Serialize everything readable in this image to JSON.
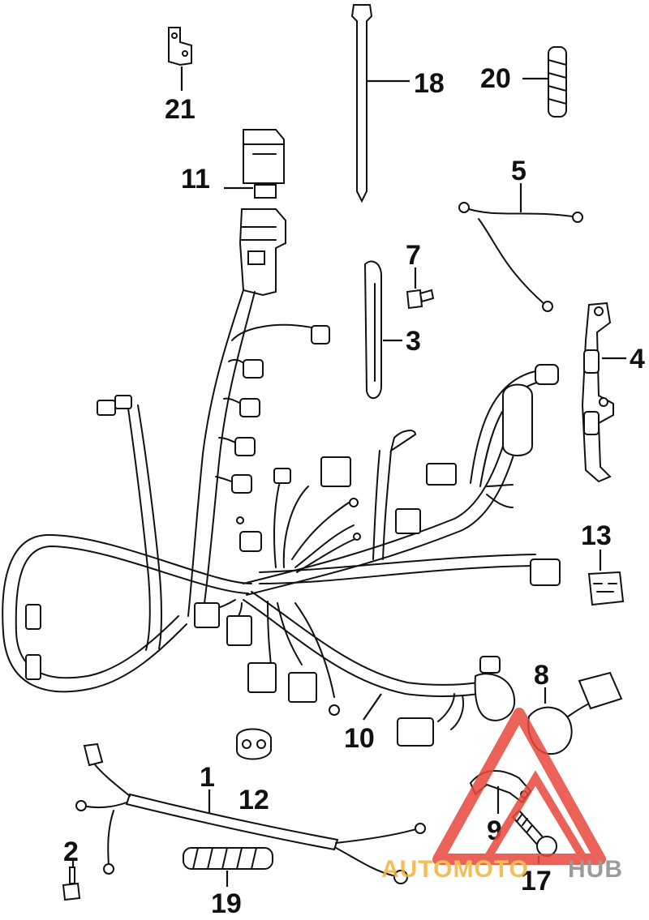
{
  "parts": [
    {
      "id": "p1",
      "label": "1"
    },
    {
      "id": "p2",
      "label": "2"
    },
    {
      "id": "p3",
      "label": "3"
    },
    {
      "id": "p4",
      "label": "4"
    },
    {
      "id": "p5",
      "label": "5"
    },
    {
      "id": "p7",
      "label": "7"
    },
    {
      "id": "p8",
      "label": "8"
    },
    {
      "id": "p9",
      "label": "9"
    },
    {
      "id": "p10",
      "label": "10"
    },
    {
      "id": "p11",
      "label": "11"
    },
    {
      "id": "p12",
      "label": "12"
    },
    {
      "id": "p13",
      "label": "13"
    },
    {
      "id": "p17",
      "label": "17"
    },
    {
      "id": "p18",
      "label": "18"
    },
    {
      "id": "p19",
      "label": "19"
    },
    {
      "id": "p20",
      "label": "20"
    },
    {
      "id": "p21",
      "label": "21"
    }
  ],
  "watermark": {
    "text_a": "AUTOMOTO",
    "text_b": "HUB",
    "color_primary": "#e8483c",
    "color_secondary": "#f2b23a",
    "color_gray": "#8a8a8a"
  }
}
